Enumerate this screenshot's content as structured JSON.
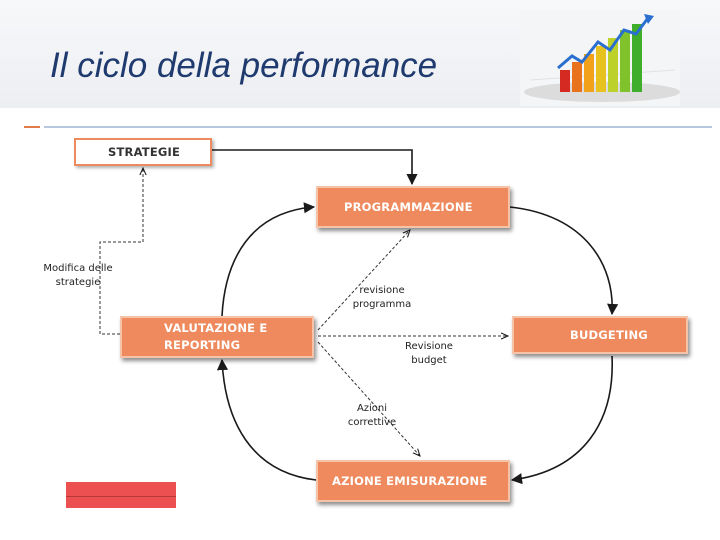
{
  "header": {
    "title": "Il ciclo della performance"
  },
  "diagram": {
    "nodes": {
      "strategie": "STRATEGIE",
      "programmazione": "PROGRAMMAZIONE",
      "budgeting": "BUDGETING",
      "valutazione": "VALUTAZIONE E REPORTING",
      "azione": "AZIONE EMISURAZIONE"
    },
    "labels": {
      "modifica": "Modifica delle strategie",
      "revisione_programma": "revisione programma",
      "revisione_budget": "Revisione budget",
      "azioni_correttive": "Azioni correttive"
    }
  },
  "colors": {
    "accent": "#ee8a5d",
    "title": "#1f3a6e",
    "red_bar": "#ec5050"
  },
  "icons": {
    "logo": "growth-bar-chart-icon"
  }
}
